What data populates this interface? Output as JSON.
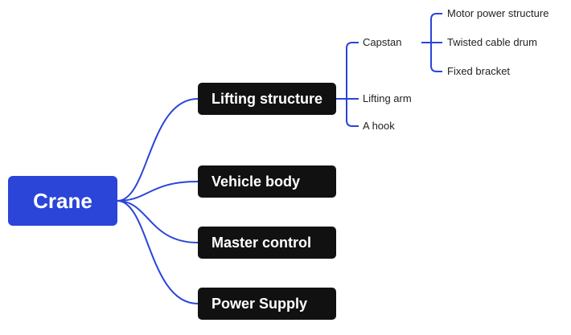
{
  "root": {
    "label": "Crane"
  },
  "branches": [
    {
      "label": "Lifting structure"
    },
    {
      "label": "Vehicle body"
    },
    {
      "label": "Master control"
    },
    {
      "label": "Power Supply"
    }
  ],
  "lifting_children": [
    {
      "label": "Capstan"
    },
    {
      "label": "Lifting arm"
    },
    {
      "label": "A hook"
    }
  ],
  "capstan_children": [
    {
      "label": "Motor power structure"
    },
    {
      "label": "Twisted cable drum"
    },
    {
      "label": "Fixed bracket"
    }
  ],
  "colors": {
    "root_fill": "#2a45d8",
    "branch_fill": "#111111",
    "connector": "#2a45d8"
  }
}
